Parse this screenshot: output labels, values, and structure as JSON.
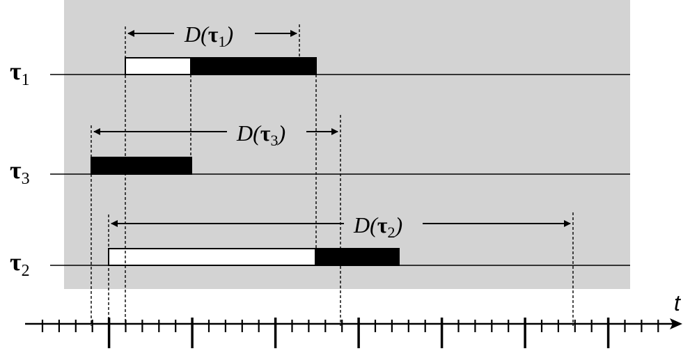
{
  "colors": {
    "panel": "#d3d3d3",
    "line": "#000000",
    "bar_fill_white": "#ffffff",
    "bar_fill_black": "#000000"
  },
  "rows": [
    {
      "symbol": "τ",
      "subscript": "1"
    },
    {
      "symbol": "τ",
      "subscript": "3"
    },
    {
      "symbol": "τ",
      "subscript": "2"
    }
  ],
  "deadlines": [
    {
      "prefix": "D(",
      "symbol": "τ",
      "subscript": "1",
      "suffix": ")"
    },
    {
      "prefix": "D(",
      "symbol": "τ",
      "subscript": "3",
      "suffix": ")"
    },
    {
      "prefix": "D(",
      "symbol": "τ",
      "subscript": "2",
      "suffix": ")"
    }
  ],
  "axis": {
    "label": "t"
  }
}
